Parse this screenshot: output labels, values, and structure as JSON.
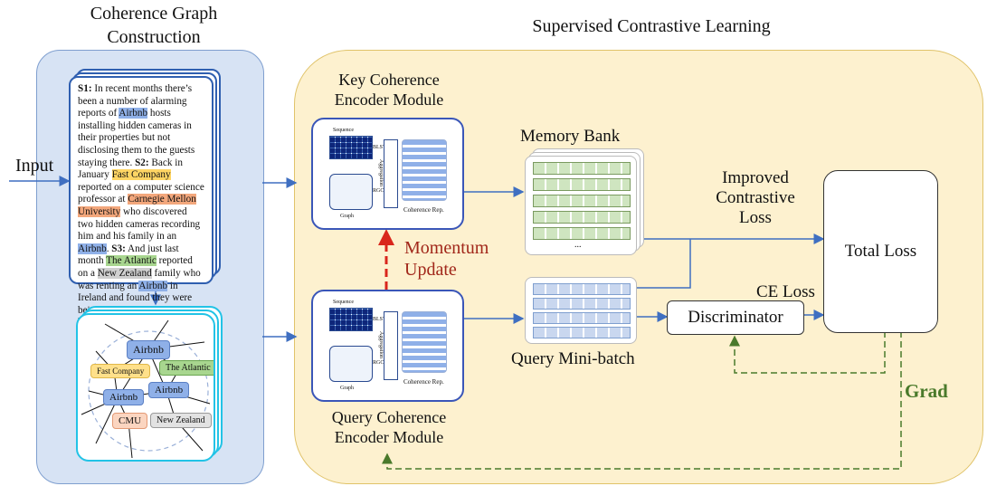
{
  "titles": {
    "left": "Coherence Graph\nConstruction",
    "right": "Supervised Contrastive Learning"
  },
  "input_label": "Input",
  "document": {
    "s1_label": "S1:",
    "s1_a": " In recent months there’s been a number of alarming reports of ",
    "s1_airbnb": "Airbnb",
    "s1_b": " hosts installing hidden cameras in their properties but not disclosing them to the guests staying there.",
    "s2_label": "S2:",
    "s2_a": "  Back in January ",
    "s2_fast": "Fast Company",
    "s2_b": " reported on a computer science professor at ",
    "s2_cmu": "Carnegie Mellon University",
    "s2_c": " who discovered two hidden cameras recording him and his family in an ",
    "s2_airbnb": "Airbnb",
    "s2_d": ".",
    "s3_label": "S3:",
    "s3_a": " And just last month ",
    "s3_atlantic": "The Atlantic",
    "s3_b": " reported on a ",
    "s3_nz": "New Zealand",
    "s3_c": " family who was renting an ",
    "s3_airbnb": "Airbnb",
    "s3_d": " in Ireland and found they were being live-streamed from a hidden security camera."
  },
  "graph_nodes": {
    "airbnb_top": "Airbnb",
    "fast_company": "Fast Company",
    "the_atlantic": "The Atlantic",
    "airbnb_left": "Airbnb",
    "airbnb_right": "Airbnb",
    "cmu": "CMU",
    "new_zealand": "New Zealand"
  },
  "key_encoder": {
    "title": "Key Coherence\nEncoder Module",
    "sequence": "Sequence",
    "graph": "Graph",
    "aggregation": "Aggregation",
    "coherence_rep": "Coherence Rep.",
    "lstm_label": "BLSTM",
    "gcn_label": "RGCN"
  },
  "query_encoder": {
    "title": "Query Coherence\nEncoder Module",
    "sequence": "Sequence",
    "graph": "Graph",
    "aggregation": "Aggregation",
    "coherence_rep": "Coherence Rep.",
    "lstm_label": "BLSTM",
    "gcn_label": "RGCN"
  },
  "momentum": "Momentum\nUpdate",
  "memory_bank": "Memory Bank",
  "memory_dots": "...",
  "query_minibatch": "Query Mini-batch",
  "improved_loss": "Improved\nContrastive\nLoss",
  "ce_loss": "CE Loss",
  "discriminator": "Discriminator",
  "total_loss": "Total Loss",
  "grad": "Grad",
  "colors": {
    "left_panel": "#d7e3f4",
    "right_panel": "#fdf1cf",
    "arrow_blue": "#3f6fc1",
    "momentum_red": "#d9261c",
    "momentum_text": "#a1271a",
    "grad_green": "#4a7a2b",
    "memory_row": "#cfe5c0"
  }
}
